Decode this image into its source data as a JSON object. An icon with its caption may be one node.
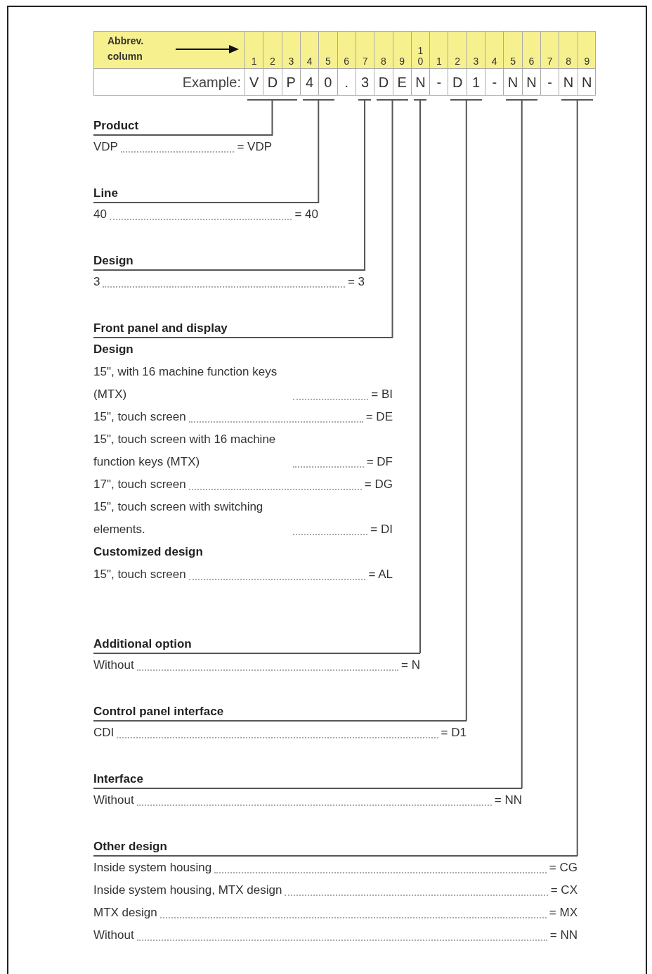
{
  "diagram": {
    "nodes": [
      {
        "text": [],
        "shape": "bar"
      },
      {
        "text": [],
        "shape": "bar"
      },
      {
        "text": [],
        "shape": "bar"
      },
      {
        "text": [],
        "shape": "bar"
      },
      {
        "text": [],
        "shape": "bar"
      },
      {
        "text": [],
        "shape": "bar"
      },
      {
        "text": [],
        "shape": "bar"
      },
      {
        "text": [],
        "shape": "bar"
      },
      {
        "text": [
          "Product",
          "VDP",
          "= VDP"
        ]
      },
      {
        "text": [
          "Line",
          "40",
          "= 40"
        ]
      },
      {
        "text": [
          "Design",
          "3",
          "= 3"
        ]
      },
      {
        "text": [
          "Front panel and display",
          "Design",
          "15\", with 16 machine function keys (MTX)",
          "= BI",
          "15\", touch screen",
          "= DE",
          "15\", touch screen with 16 machine function keys (MTX)",
          "= DF",
          "17\", touch screen",
          "= DG",
          "15\", touch screen with switching elements.",
          "= DI",
          "Customized design",
          "15\", touch screen",
          "= AL"
        ]
      },
      {
        "text": [
          "Additional option",
          "Without",
          "= N"
        ]
      },
      {
        "text": [
          "Control panel interface",
          "CDI",
          "= D1"
        ]
      },
      {
        "text": [
          "Interface",
          "Without",
          "= NN"
        ]
      },
      {
        "text": [
          "Other design",
          "Inside system housing",
          "= CG",
          "Inside system housing, MTX design",
          "= CX",
          "MTX design",
          "= MX",
          "Without",
          "= NN"
        ]
      }
    ],
    "edges": [
      {
        "from": 0,
        "to": 8,
        "arrow": "none"
      },
      {
        "from": 1,
        "to": 9,
        "arrow": "none"
      },
      {
        "from": 2,
        "to": 10,
        "arrow": "none"
      },
      {
        "from": 3,
        "to": 11,
        "arrow": "none"
      },
      {
        "from": 4,
        "to": 12,
        "arrow": "none"
      },
      {
        "from": 5,
        "to": 13,
        "arrow": "none"
      },
      {
        "from": 6,
        "to": 14,
        "arrow": "none"
      },
      {
        "from": 7,
        "to": 15,
        "arrow": "none"
      }
    ],
    "labels": [
      "Abbrev. column",
      "1",
      "2",
      "3",
      "4",
      "5",
      "6",
      "7",
      "8",
      "9",
      "10",
      "1",
      "2",
      "3",
      "4",
      "5",
      "6",
      "7",
      "8",
      "9",
      "Example:",
      "V",
      "D",
      "P",
      "4",
      "0",
      ".",
      "3",
      "D",
      "E",
      "N",
      "-",
      "D",
      "1",
      "-",
      "N",
      "N",
      "-",
      "N",
      "N"
    ]
  }
}
